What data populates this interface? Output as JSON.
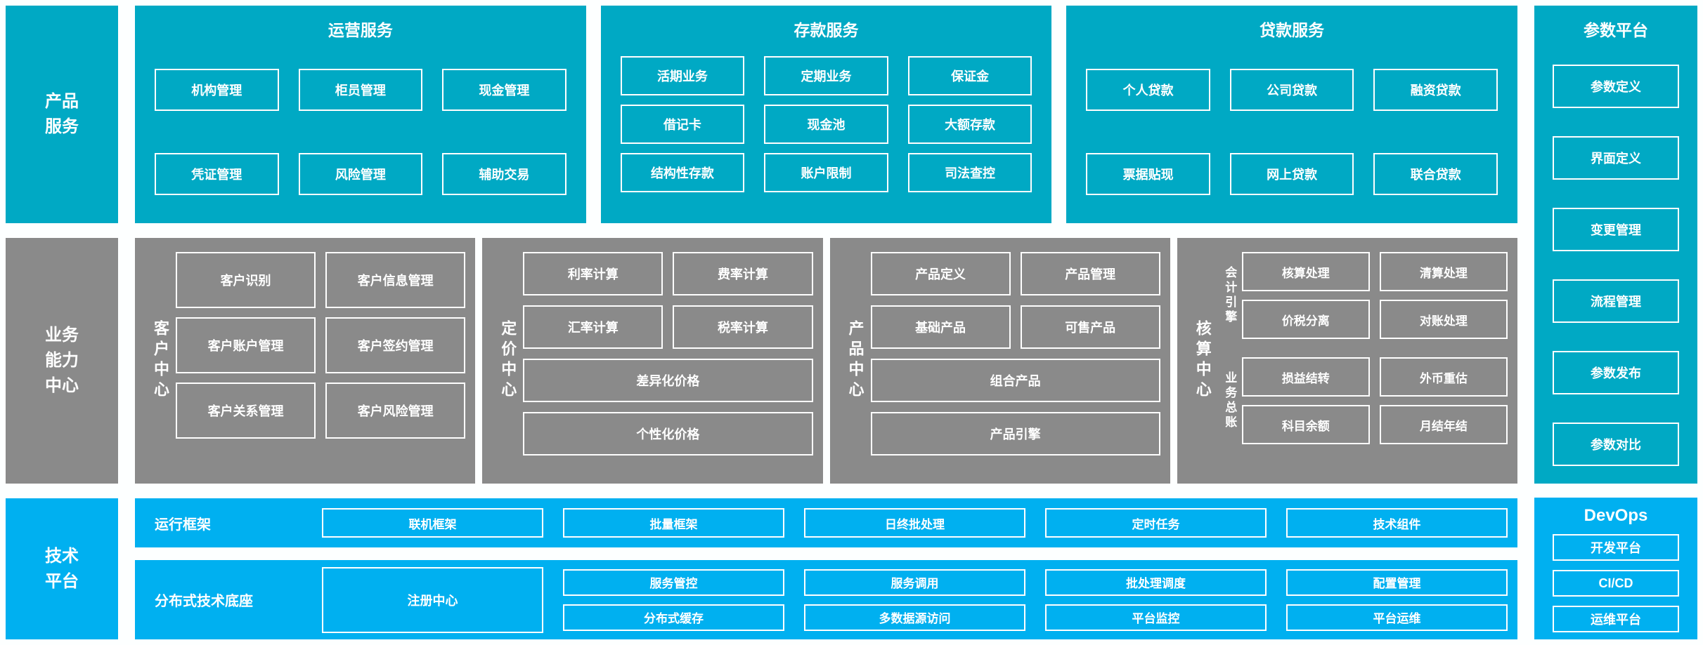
{
  "colors": {
    "teal": "#00a9c4",
    "gray": "#8a8a8a",
    "light_blue": "#00b0f0",
    "box_border": "#ffffff"
  },
  "product_services": {
    "label": "产品服务",
    "sections": [
      {
        "title": "运营服务",
        "items": [
          "机构管理",
          "柜员管理",
          "现金管理",
          "凭证管理",
          "风险管理",
          "辅助交易"
        ]
      },
      {
        "title": "存款服务",
        "items": [
          "活期业务",
          "定期业务",
          "保证金",
          "借记卡",
          "现金池",
          "大额存款",
          "结构性存款",
          "账户限制",
          "司法查控"
        ]
      },
      {
        "title": "贷款服务",
        "items": [
          "个人贷款",
          "公司贷款",
          "融资贷款",
          "票据贴现",
          "网上贷款",
          "联合贷款"
        ]
      }
    ]
  },
  "parameter_platform": {
    "title": "参数平台",
    "items": [
      "参数定义",
      "界面定义",
      "变更管理",
      "流程管理",
      "参数发布",
      "参数对比"
    ]
  },
  "business_capability": {
    "label": "业务能力中心",
    "customer_center": {
      "label": "客户中心",
      "items": [
        "客户识别",
        "客户信息管理",
        "客户账户管理",
        "客户签约管理",
        "客户关系管理",
        "客户风险管理"
      ]
    },
    "pricing_center": {
      "label": "定价中心",
      "small_items": [
        "利率计算",
        "费率计算",
        "汇率计算",
        "税率计算"
      ],
      "wide_items": [
        "差异化价格",
        "个性化价格"
      ]
    },
    "product_center": {
      "label": "产品中心",
      "small_items": [
        "产品定义",
        "产品管理",
        "基础产品",
        "可售产品"
      ],
      "wide_items": [
        "组合产品",
        "产品引擎"
      ]
    },
    "accounting_center": {
      "label": "核算中心",
      "groups": [
        {
          "label": "会计引擎",
          "items": [
            "核算处理",
            "清算处理",
            "价税分离",
            "对账处理"
          ]
        },
        {
          "label": "业务总账",
          "items": [
            "损益结转",
            "外币重估",
            "科目余额",
            "月结年结"
          ]
        }
      ]
    }
  },
  "technology_platform": {
    "label": "技术平台",
    "runtime_framework": {
      "label": "运行框架",
      "items": [
        "联机框架",
        "批量框架",
        "日终批处理",
        "定时任务",
        "技术组件"
      ]
    },
    "distributed_base": {
      "label": "分布式技术底座",
      "registry": "注册中心",
      "columns": [
        [
          "服务管控",
          "分布式缓存"
        ],
        [
          "服务调用",
          "多数据源访问"
        ],
        [
          "批处理调度",
          "平台监控"
        ],
        [
          "配置管理",
          "平台运维"
        ]
      ]
    },
    "devops": {
      "title": "DevOps",
      "items": [
        "开发平台",
        "CI/CD",
        "运维平台"
      ]
    }
  }
}
